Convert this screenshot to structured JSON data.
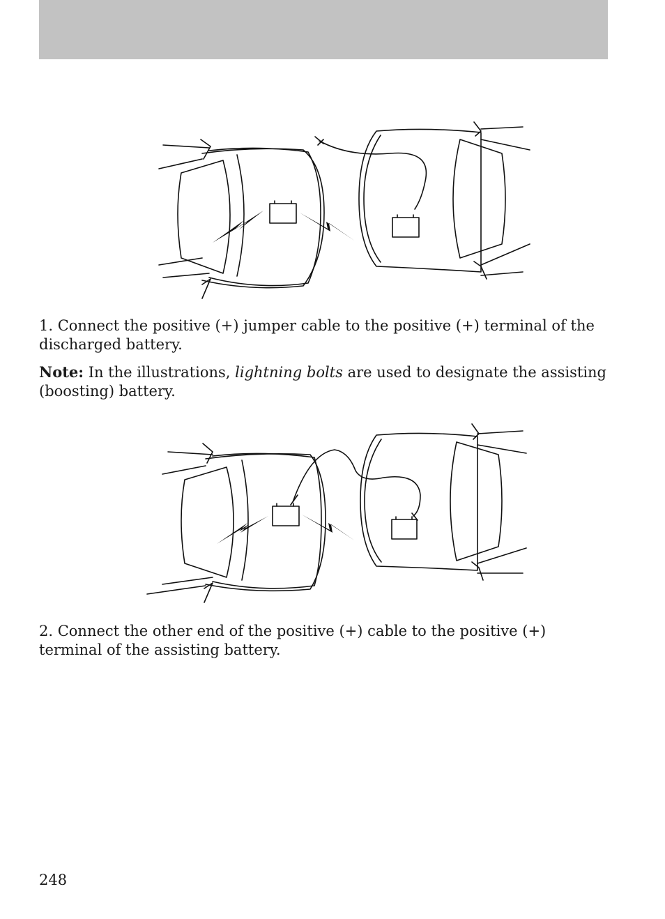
{
  "step1": {
    "text": "1. Connect the positive (+) jumper cable to the positive (+) terminal of the discharged battery."
  },
  "note": {
    "label": "Note:",
    "before": " In the illustrations, ",
    "emphasis": "lightning bolts",
    "after": " are used to designate the assisting (boosting) battery."
  },
  "step2": {
    "text": "2. Connect the other end of the positive (+) cable to the positive (+) terminal of the assisting battery."
  },
  "page_number": "248"
}
